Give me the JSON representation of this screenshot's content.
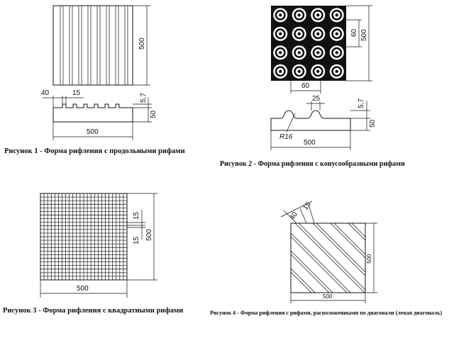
{
  "figure1": {
    "caption": "Рисунок 1 - Форма рифления с продольными рифами",
    "dims": {
      "width": "500",
      "height": "500",
      "groove": "15",
      "edge": "40",
      "depth": "5,7",
      "thickness": "50",
      "section_width": "500"
    }
  },
  "figure2": {
    "caption": "Рисунок 2 - Форма рифления с конусообразными рифами",
    "dims": {
      "height": "500",
      "pitch_v": "60",
      "pitch_h": "60",
      "top": "25",
      "depth": "5,7",
      "thickness": "50",
      "radius": "R16",
      "section_width": "500"
    }
  },
  "figure3": {
    "caption": "Рисунок 3 - Форма рифления с квадратными рифами",
    "dims": {
      "width": "500",
      "height": "500",
      "rib_a": "15",
      "rib_b": "15"
    }
  },
  "figure4": {
    "caption": "Рисунок 4 - Форма рифления с рифами, расположенными по диагонали (левая диагональ)",
    "dims": {
      "width": "500",
      "height": "500",
      "rib_a": "40",
      "rib_b": "15"
    }
  }
}
